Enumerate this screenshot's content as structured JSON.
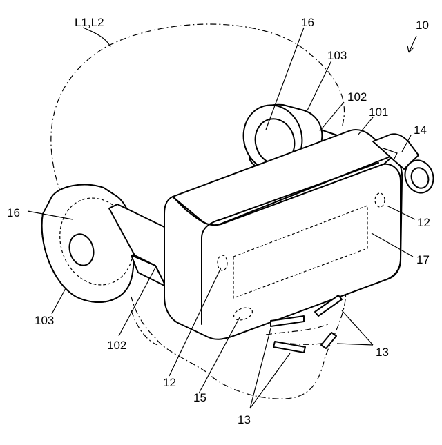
{
  "figure": {
    "ref_device": "10",
    "labels": {
      "l1l2": "L1,L2",
      "r16_top": "16",
      "r103_top": "103",
      "r102_top": "102",
      "r101": "101",
      "r14": "14",
      "r12_right": "12",
      "r17": "17",
      "r13_right": "13",
      "r13_bottom": "13",
      "r15": "15",
      "r12_bottom": "12",
      "r102_bottom": "102",
      "r103_left": "103",
      "r16_left": "16"
    }
  }
}
